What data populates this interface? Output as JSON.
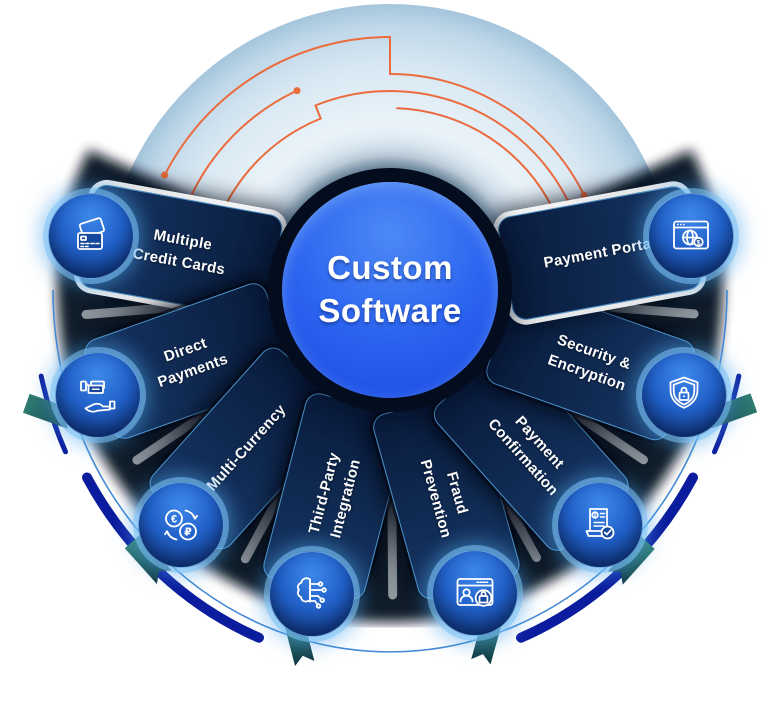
{
  "center": {
    "title": "Custom\nSoftware"
  },
  "segments": [
    {
      "id": "multiple-credit-cards",
      "label": "Multiple\nCredit Cards",
      "icon": "credit-cards"
    },
    {
      "id": "direct-payments",
      "label": "Direct\nPayments",
      "icon": "hand-money"
    },
    {
      "id": "multi-currency",
      "label": "Multi-Currency",
      "icon": "currency-exchange"
    },
    {
      "id": "third-party-integration",
      "label": "Third-Party\nIntegration",
      "icon": "brain-circuit"
    },
    {
      "id": "fraud-prevention",
      "label": "Fraud\nPrevention",
      "icon": "browser-user-lock"
    },
    {
      "id": "payment-confirmation",
      "label": "Payment\nConfirmation",
      "icon": "invoice-check"
    },
    {
      "id": "security-encryption",
      "label": "Security &\nEncryption",
      "icon": "shield-lock"
    },
    {
      "id": "payment-portal",
      "label": "Payment Portal",
      "icon": "browser-globe-dollar"
    }
  ],
  "currency_symbols": {
    "euro": "€",
    "ruble": "₽",
    "dollar": "$"
  },
  "colors": {
    "accent_orange": "#EC6B3D",
    "segment_navy": "#102A52",
    "center_blue": "#2B64EF",
    "ring_pale_blue": "#DCEAF4",
    "icon_circle_blue": "#2161C9",
    "glow_blue": "#7FC0EF",
    "ribbon_teal": "#23615C",
    "swoosh_deep_blue": "#0B1C9E",
    "separator_gray": "#98A0A8",
    "text_white": "#FFFFFF"
  }
}
